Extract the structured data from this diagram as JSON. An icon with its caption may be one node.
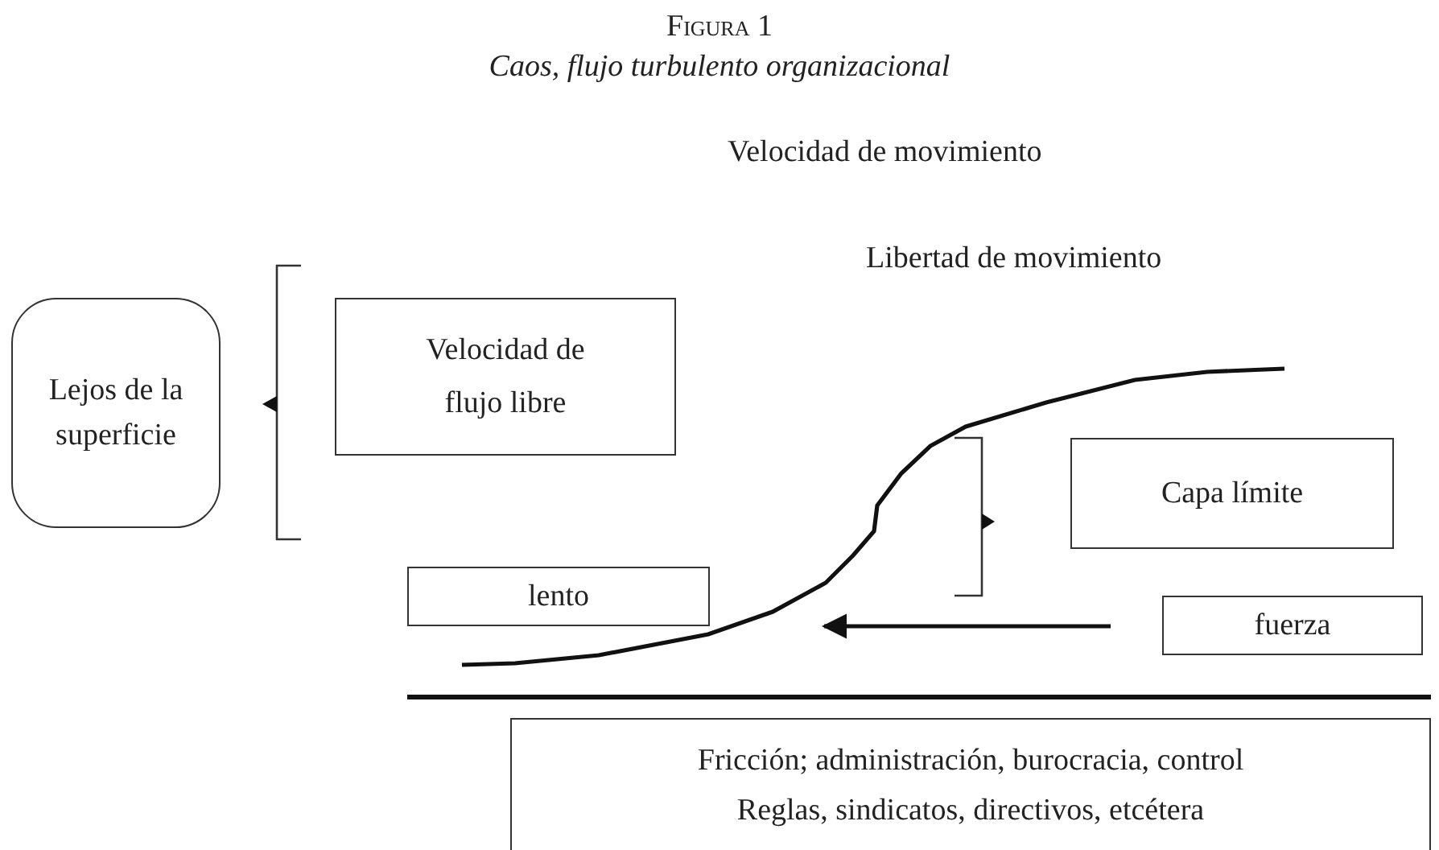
{
  "diagram": {
    "title": "Figura 1",
    "caption": "Caos, flujo turbulento organizacional",
    "nodes": [
      {
        "text": [
          "Lejos de la superficie"
        ]
      },
      {
        "text": [
          "Velocidad de flujo libre"
        ]
      },
      {
        "text": [
          "Capa límite"
        ]
      },
      {
        "text": [
          "lento"
        ]
      },
      {
        "text": [
          "fuerza"
        ]
      },
      {
        "text": [
          "Fricción; administración, burocracia, control",
          "Reglas, sindicatos, directivos, etcétera"
        ]
      }
    ],
    "labels": [
      "Velocidad de movimiento",
      "Libertad de movimiento"
    ]
  }
}
